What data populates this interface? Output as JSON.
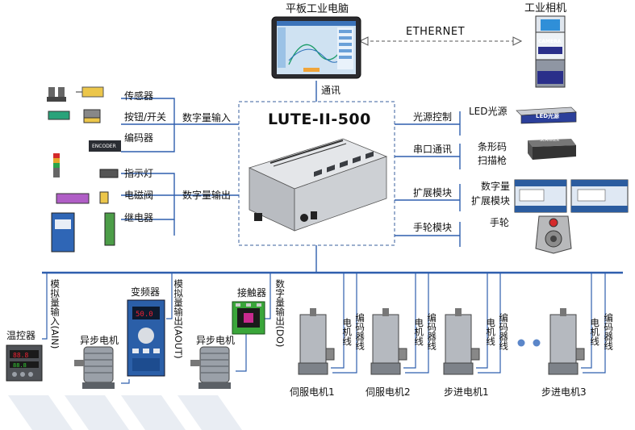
{
  "center": {
    "title": "LUTE-II-500"
  },
  "top": {
    "tablet_label": "平板工业电脑",
    "camera_label": "工业相机",
    "ethernet_label": "ETHERNET",
    "comm_label": "通讯"
  },
  "left_upper": {
    "items": [
      "传感器",
      "按钮/开关",
      "编码器"
    ],
    "group_label": "数字量输入"
  },
  "left_lower": {
    "items": [
      "指示灯",
      "电磁阀",
      "继电器"
    ],
    "group_label": "数字量输出"
  },
  "right": {
    "light_link": "光源控制",
    "light_device": "LED光源",
    "serial_link": "串口通讯",
    "scanner_device_line1": "条形码",
    "scanner_device_line2": "扫描枪",
    "expansion_link": "扩展模块",
    "expansion_device_line1": "数字量",
    "expansion_device_line2": "扩展模块",
    "handwheel_link": "手轮模块",
    "handwheel_device": "手轮"
  },
  "device_text": {
    "camera_badge": "CAMERA",
    "led_badge": "LED光源",
    "scanner_badge": "SCANNER",
    "encoder_badge": "ENCODER"
  },
  "bottom": {
    "analog_in": "模拟量输入(AIN)",
    "analog_out": "模拟量输出(AOUT)",
    "digital_out": "数字量输出(DO)",
    "temp_controller": "温控器",
    "async_motor_1": "异步电机",
    "inverter": "变频器",
    "async_motor_2": "异步电机",
    "contactor": "接触器",
    "motor_cable": "电机线",
    "encoder_cable": "编码器线",
    "motors": [
      "伺服电机1",
      "伺服电机2",
      "步进电机1",
      "步进电机3"
    ]
  }
}
